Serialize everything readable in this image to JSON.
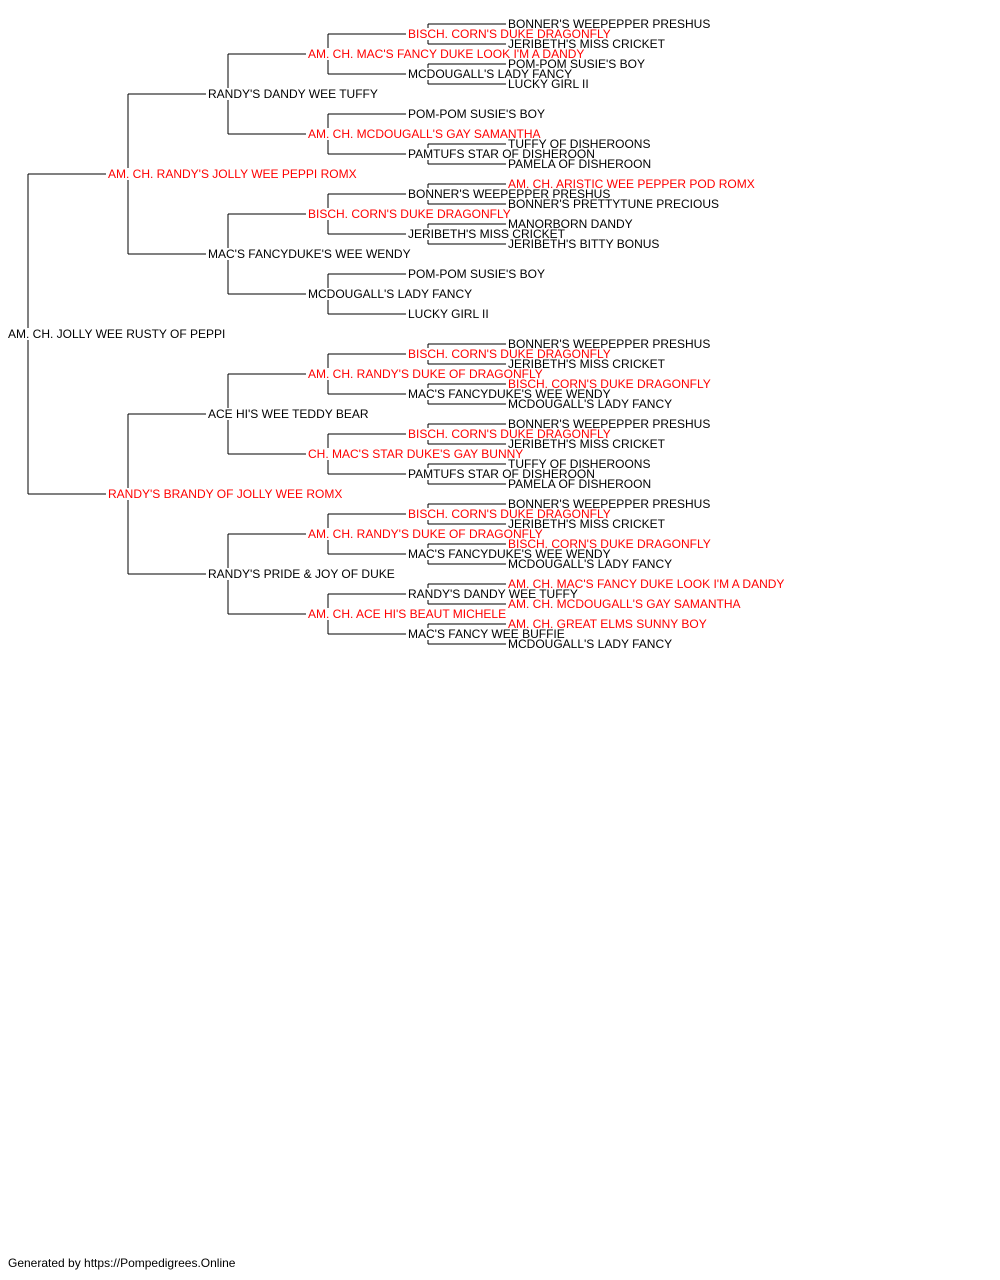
{
  "colors": {
    "normal": "#000000",
    "champion": "#ff0000",
    "line": "#000000"
  },
  "pedigree": {
    "name": "AM. CH. JOLLY WEE RUSTY OF PEPPI",
    "red": false,
    "sire": {
      "name": "AM. CH. RANDY'S JOLLY WEE PEPPI ROMX",
      "red": true,
      "sire": {
        "name": "RANDY'S DANDY WEE TUFFY",
        "red": false,
        "sire": {
          "name": "AM. CH. MAC'S FANCY DUKE LOOK I'M A DANDY",
          "red": true,
          "sire": {
            "name": "BISCH. CORN'S DUKE DRAGONFLY",
            "red": true,
            "sire": {
              "name": "BONNER'S WEEPEPPER PRESHUS",
              "red": false
            },
            "dam": {
              "name": "JERIBETH'S MISS CRICKET",
              "red": false
            }
          },
          "dam": {
            "name": "MCDOUGALL'S LADY FANCY",
            "red": false,
            "sire": {
              "name": "POM-POM SUSIE'S BOY",
              "red": false
            },
            "dam": {
              "name": "LUCKY GIRL II",
              "red": false
            }
          }
        },
        "dam": {
          "name": "AM. CH. MCDOUGALL'S GAY SAMANTHA",
          "red": true,
          "sire": {
            "name": "POM-POM SUSIE'S BOY",
            "red": false
          },
          "dam": {
            "name": "PAMTUFS STAR OF DISHEROON",
            "red": false,
            "sire": {
              "name": "TUFFY OF DISHEROONS",
              "red": false
            },
            "dam": {
              "name": "PAMELA OF DISHEROON",
              "red": false
            }
          }
        }
      },
      "dam": {
        "name": "MAC'S FANCYDUKE'S WEE WENDY",
        "red": false,
        "sire": {
          "name": "BISCH. CORN'S DUKE DRAGONFLY",
          "red": true,
          "sire": {
            "name": "BONNER'S WEEPEPPER PRESHUS",
            "red": false,
            "sire": {
              "name": "AM. CH. ARISTIC WEE PEPPER POD ROMX",
              "red": true
            },
            "dam": {
              "name": "BONNER'S PRETTYTUNE PRECIOUS",
              "red": false
            }
          },
          "dam": {
            "name": "JERIBETH'S MISS CRICKET",
            "red": false,
            "sire": {
              "name": "MANORBORN DANDY",
              "red": false
            },
            "dam": {
              "name": "JERIBETH'S BITTY BONUS",
              "red": false
            }
          }
        },
        "dam": {
          "name": "MCDOUGALL'S LADY FANCY",
          "red": false,
          "sire": {
            "name": "POM-POM SUSIE'S BOY",
            "red": false
          },
          "dam": {
            "name": "LUCKY GIRL II",
            "red": false
          }
        }
      }
    },
    "dam": {
      "name": "RANDY'S BRANDY OF JOLLY WEE ROMX",
      "red": true,
      "sire": {
        "name": "ACE HI'S WEE TEDDY BEAR",
        "red": false,
        "sire": {
          "name": "AM. CH. RANDY'S DUKE OF DRAGONFLY",
          "red": true,
          "sire": {
            "name": "BISCH. CORN'S DUKE DRAGONFLY",
            "red": true,
            "sire": {
              "name": "BONNER'S WEEPEPPER PRESHUS",
              "red": false
            },
            "dam": {
              "name": "JERIBETH'S MISS CRICKET",
              "red": false
            }
          },
          "dam": {
            "name": "MAC'S FANCYDUKE'S WEE WENDY",
            "red": false,
            "sire": {
              "name": "BISCH. CORN'S DUKE DRAGONFLY",
              "red": true
            },
            "dam": {
              "name": "MCDOUGALL'S LADY FANCY",
              "red": false
            }
          }
        },
        "dam": {
          "name": "CH. MAC'S STAR DUKE'S GAY BUNNY",
          "red": true,
          "sire": {
            "name": "BISCH. CORN'S DUKE DRAGONFLY",
            "red": true,
            "sire": {
              "name": "BONNER'S WEEPEPPER PRESHUS",
              "red": false
            },
            "dam": {
              "name": "JERIBETH'S MISS CRICKET",
              "red": false
            }
          },
          "dam": {
            "name": "PAMTUFS STAR OF DISHEROON",
            "red": false,
            "sire": {
              "name": "TUFFY OF DISHEROONS",
              "red": false
            },
            "dam": {
              "name": "PAMELA OF DISHEROON",
              "red": false
            }
          }
        }
      },
      "dam": {
        "name": "RANDY'S PRIDE & JOY OF DUKE",
        "red": false,
        "sire": {
          "name": "AM. CH. RANDY'S DUKE OF DRAGONFLY",
          "red": true,
          "sire": {
            "name": "BISCH. CORN'S DUKE DRAGONFLY",
            "red": true,
            "sire": {
              "name": "BONNER'S WEEPEPPER PRESHUS",
              "red": false
            },
            "dam": {
              "name": "JERIBETH'S MISS CRICKET",
              "red": false
            }
          },
          "dam": {
            "name": "MAC'S FANCYDUKE'S WEE WENDY",
            "red": false,
            "sire": {
              "name": "BISCH. CORN'S DUKE DRAGONFLY",
              "red": true
            },
            "dam": {
              "name": "MCDOUGALL'S LADY FANCY",
              "red": false
            }
          }
        },
        "dam": {
          "name": "AM. CH. ACE HI'S BEAUT MICHELE",
          "red": true,
          "sire": {
            "name": "RANDY'S DANDY WEE TUFFY",
            "red": false,
            "sire": {
              "name": "AM. CH. MAC'S FANCY DUKE LOOK I'M A DANDY",
              "red": true
            },
            "dam": {
              "name": "AM. CH. MCDOUGALL'S GAY SAMANTHA",
              "red": true
            }
          },
          "dam": {
            "name": "MAC'S FANCY WEE BUFFIE",
            "red": false,
            "sire": {
              "name": "AM. CH. GREAT ELMS SUNNY BOY",
              "red": true
            },
            "dam": {
              "name": "MCDOUGALL'S LADY FANCY",
              "red": false
            }
          }
        }
      }
    }
  },
  "footer": {
    "text": "Generated by https://Pompedigrees.Online"
  }
}
